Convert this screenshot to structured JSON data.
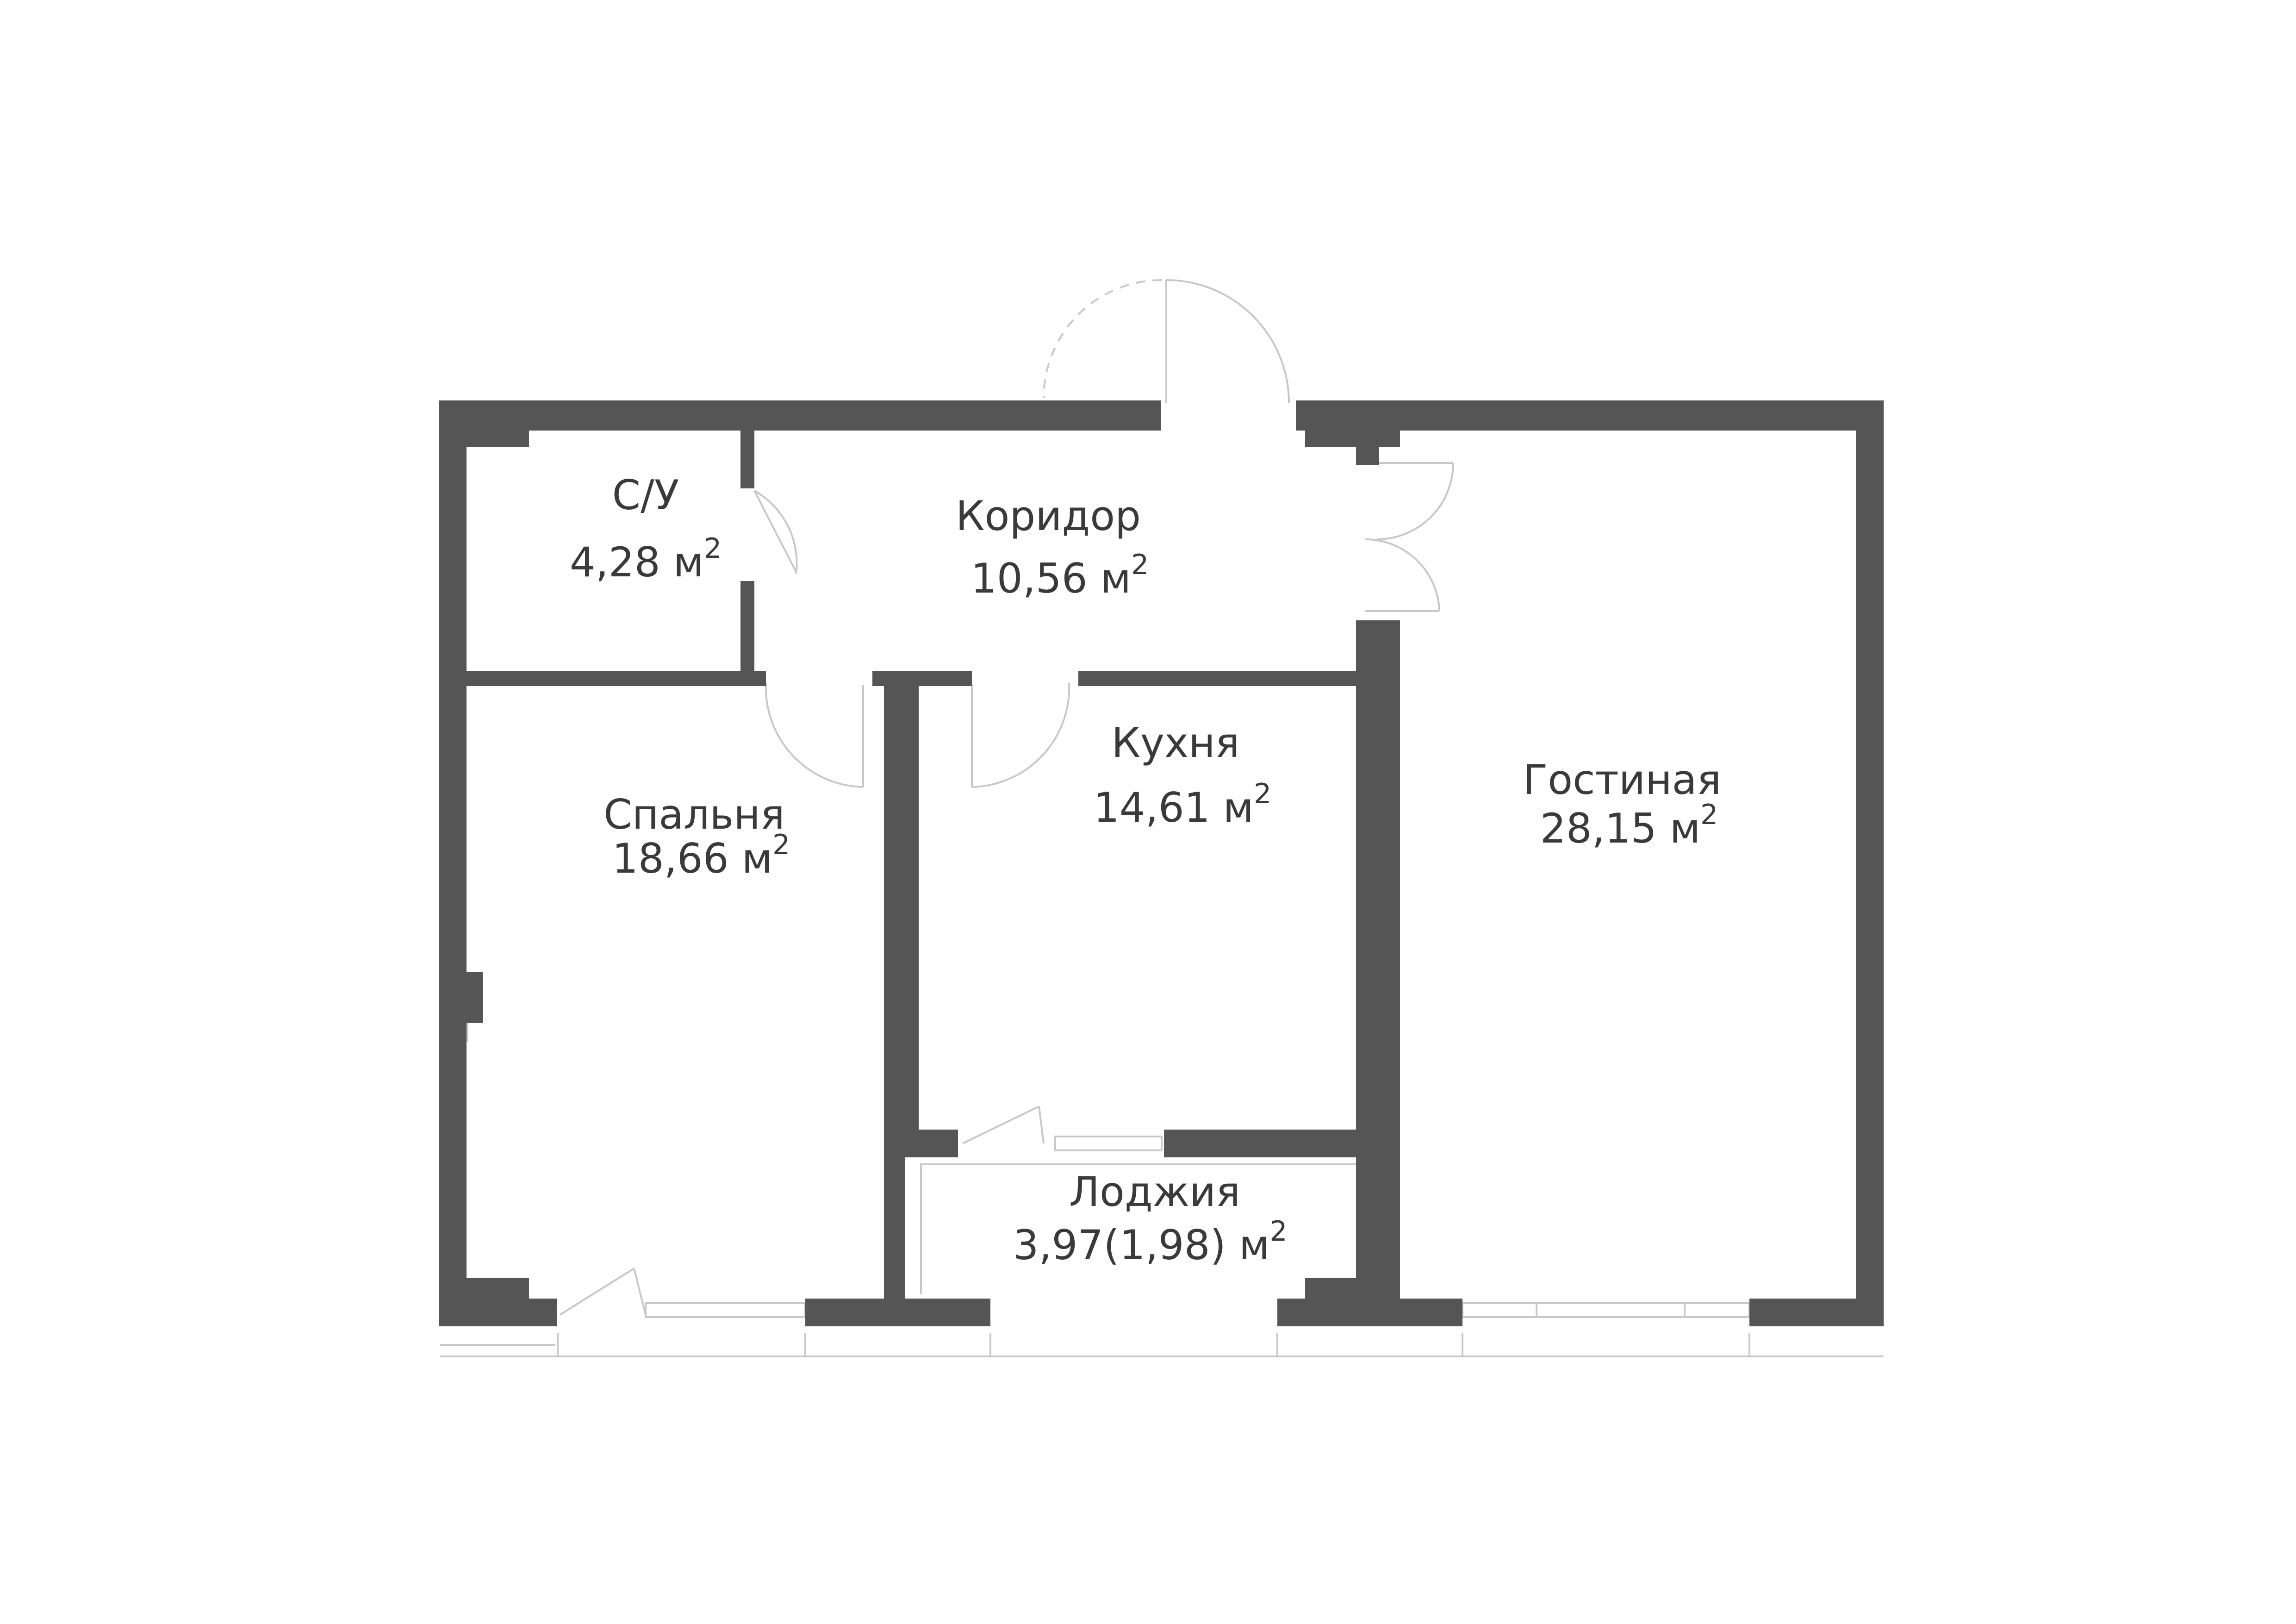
{
  "colors": {
    "wall": "#555555",
    "background": "#ffffff",
    "thin_line": "#c8c8c8",
    "text": "#3a3a3a"
  },
  "rooms": [
    {
      "id": "bathroom",
      "name": "С/У",
      "area": "4,28 м",
      "unit_sup": "2"
    },
    {
      "id": "corridor",
      "name": "Коридор",
      "area": "10,56 м",
      "unit_sup": "2"
    },
    {
      "id": "bedroom",
      "name": "Спальня",
      "area": "18,66 м",
      "unit_sup": "2"
    },
    {
      "id": "kitchen",
      "name": "Кухня",
      "area": "14,61 м",
      "unit_sup": "2"
    },
    {
      "id": "living",
      "name": "Гостиная",
      "area": "28,15 м",
      "unit_sup": "2"
    },
    {
      "id": "loggia",
      "name": "Лоджия",
      "area": "3,97(1,98) м",
      "unit_sup": "2"
    }
  ]
}
